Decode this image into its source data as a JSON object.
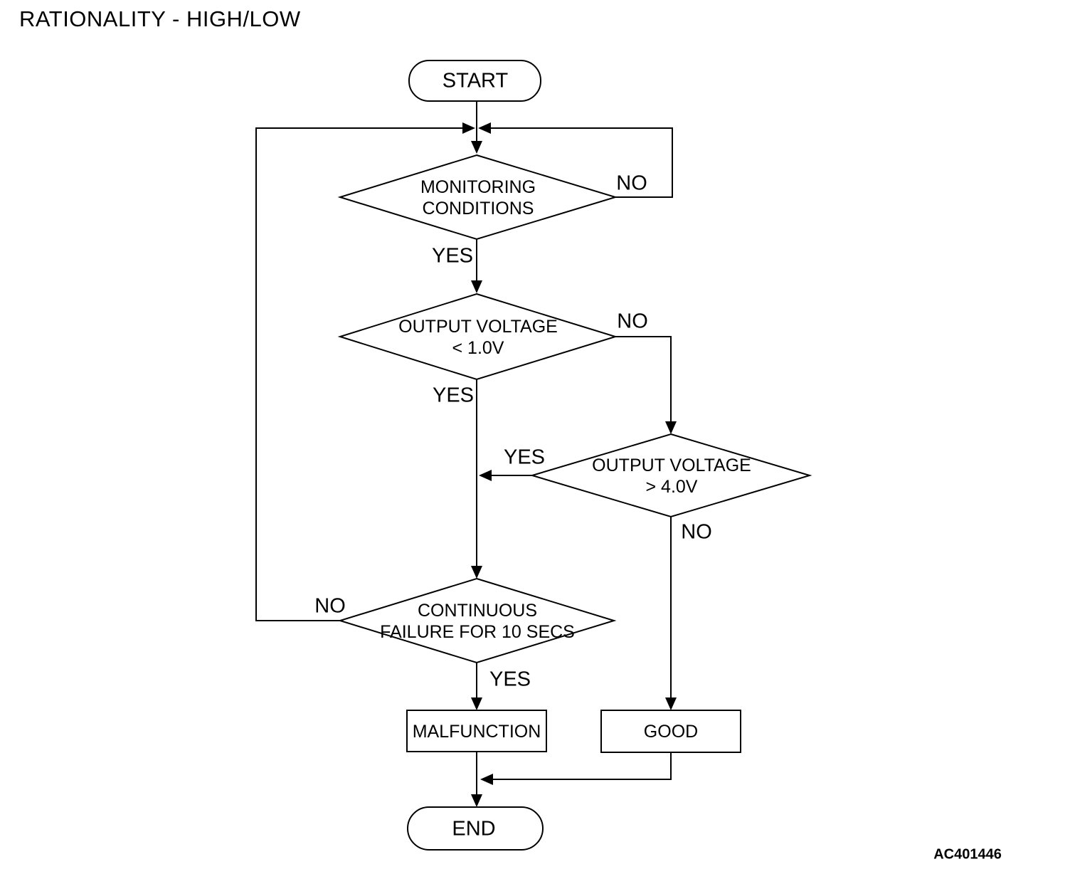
{
  "title": "RATIONALITY - HIGH/LOW",
  "figure_code": "AC401446",
  "nodes": {
    "start": "START",
    "end": "END",
    "malfunction": "MALFUNCTION",
    "good": "GOOD",
    "monitoring_conditions": {
      "line1": "MONITORING",
      "line2": "CONDITIONS"
    },
    "output_voltage_low": {
      "line1": "OUTPUT VOLTAGE",
      "line2": "< 1.0V"
    },
    "output_voltage_high": {
      "line1": "OUTPUT VOLTAGE",
      "line2": "> 4.0V"
    },
    "continuous_failure": {
      "line1": "CONTINUOUS",
      "line2": "FAILURE FOR 10 SECS"
    }
  },
  "branch_labels": {
    "monitoring_yes": "YES",
    "monitoring_no": "NO",
    "voltage_low_yes": "YES",
    "voltage_low_no": "NO",
    "voltage_high_yes": "YES",
    "voltage_high_no": "NO",
    "continuous_yes": "YES",
    "continuous_no": "NO"
  },
  "colors": {
    "line": "#000000",
    "background": "#ffffff"
  }
}
